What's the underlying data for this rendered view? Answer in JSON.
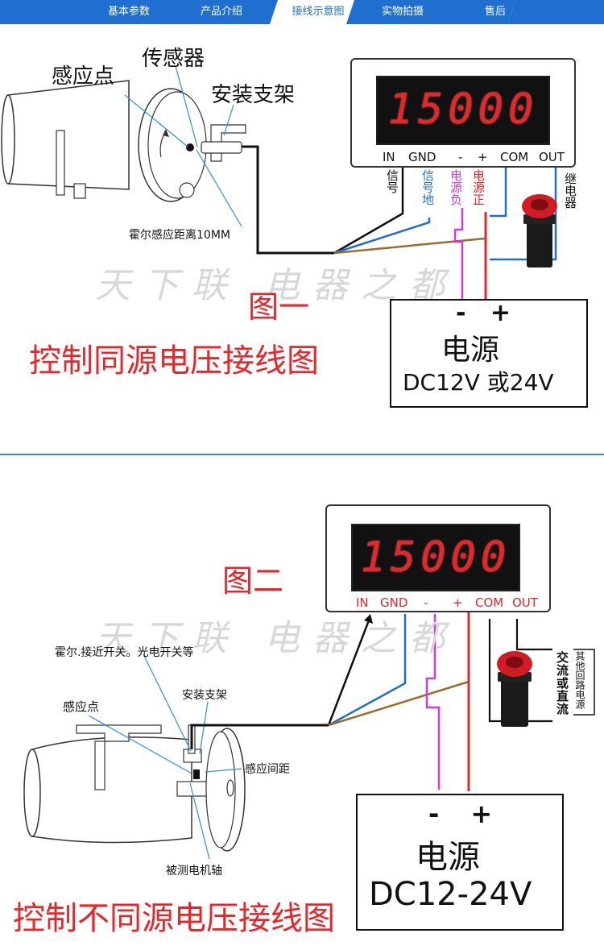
{
  "tabs": [
    {
      "label": "基本参数"
    },
    {
      "label": "产品介绍"
    },
    {
      "label": "接线示意图"
    },
    {
      "label": "实物拍摄"
    },
    {
      "label": "售后"
    }
  ],
  "colors": {
    "tab_bar": "#1f6fd0",
    "accent": "#e8262a",
    "divider": "#2f8fe0",
    "blue_wire": "#1f6fd0",
    "pink_wire": "#d23be0",
    "brown_wire": "#9a6b2c",
    "black_wire": "#111111"
  },
  "watermark": "天下联 电器之都",
  "diagram1": {
    "labels": {
      "sensing_point": "感应点",
      "sensor": "传感器",
      "bracket": "安装支架",
      "hall_distance": "霍尔感应距离10MM",
      "figure_title": "图一",
      "caption": "控制同源电压接线图"
    },
    "display_value": "15000",
    "terminals": [
      "IN",
      "GND",
      "-",
      "+",
      "COM",
      "OUT"
    ],
    "wire_labels": {
      "signal": "信号",
      "signal_gnd": "信号地",
      "power_neg": "电源负",
      "power_pos": "电源正",
      "relay": "继电器"
    },
    "psu": {
      "polarity": "- +",
      "title": "电源",
      "voltage": "DC12V 或24V"
    }
  },
  "diagram2": {
    "labels": {
      "figure_title": "图二",
      "switch_types": "霍尔.接近开关。光电开关等",
      "bracket": "安装支架",
      "sensing_point": "感应点",
      "gap": "感应间距",
      "shaft": "被测电机轴",
      "caption": "控制不同源电压接线图",
      "other_source": "其他回路电源",
      "ac_dc": "交流或直流"
    },
    "display_value": "15000",
    "terminals": [
      "IN",
      "GND",
      "-",
      "+",
      "COM",
      "OUT"
    ],
    "psu": {
      "polarity": "- +",
      "title": "电源",
      "voltage": "DC12-24V"
    }
  }
}
